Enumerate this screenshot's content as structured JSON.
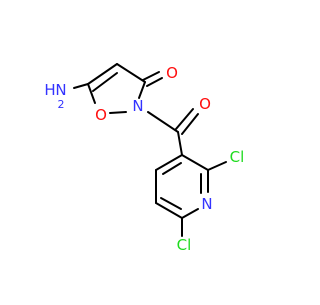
{
  "molecule": {
    "atoms": {
      "amine_n": "N",
      "amine_h": "H",
      "amine_h2": "2",
      "ring_o": "O",
      "ring_n": "N",
      "ketone_o": "O",
      "carbonyl_o": "O",
      "pyridine_n": "N",
      "cl_upper": "Cl",
      "cl_lower": "Cl"
    },
    "colors": {
      "bond": "#000000",
      "nitrogen": "#3333ff",
      "oxygen": "#ff0d0d",
      "chlorine": "#1fdb1f"
    }
  }
}
